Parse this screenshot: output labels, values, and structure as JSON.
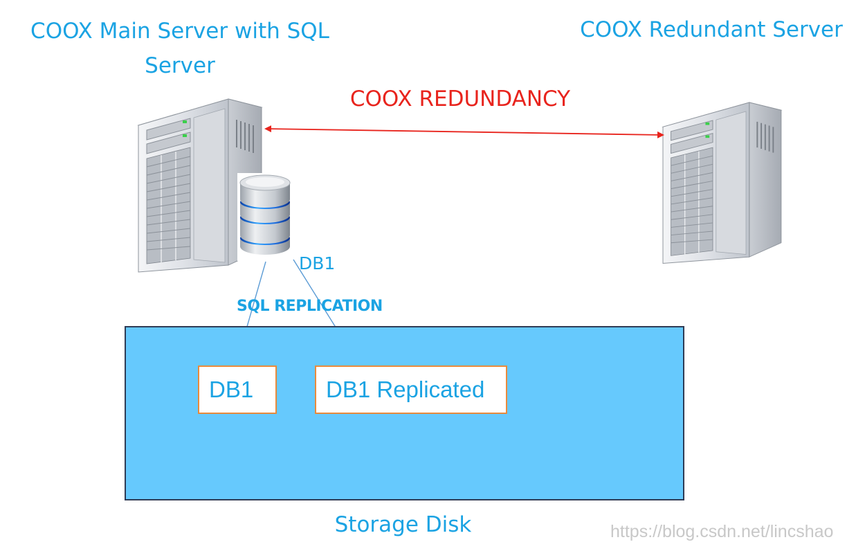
{
  "diagram": {
    "main_server_title": "COOX Main Server with SQL Server",
    "redundant_server_title": "COOX Redundant Server",
    "redundancy_label": "COOX REDUNDANCY",
    "db_label": "DB1",
    "replication_label": "SQL REPLICATION",
    "storage": {
      "label": "Storage Disk",
      "boxes": [
        {
          "label": "DB1"
        },
        {
          "label": "DB1 Replicated"
        }
      ]
    },
    "watermark": "https://blog.csdn.net/lincshao"
  },
  "colors": {
    "title_blue": "#1ba3e3",
    "redundancy_red": "#e8241d",
    "storage_fill": "#66c9fd",
    "box_border": "#e98a3b",
    "arrow_blue": "#5b9bd5"
  },
  "icons": [
    "server-tower-icon",
    "database-icon"
  ]
}
